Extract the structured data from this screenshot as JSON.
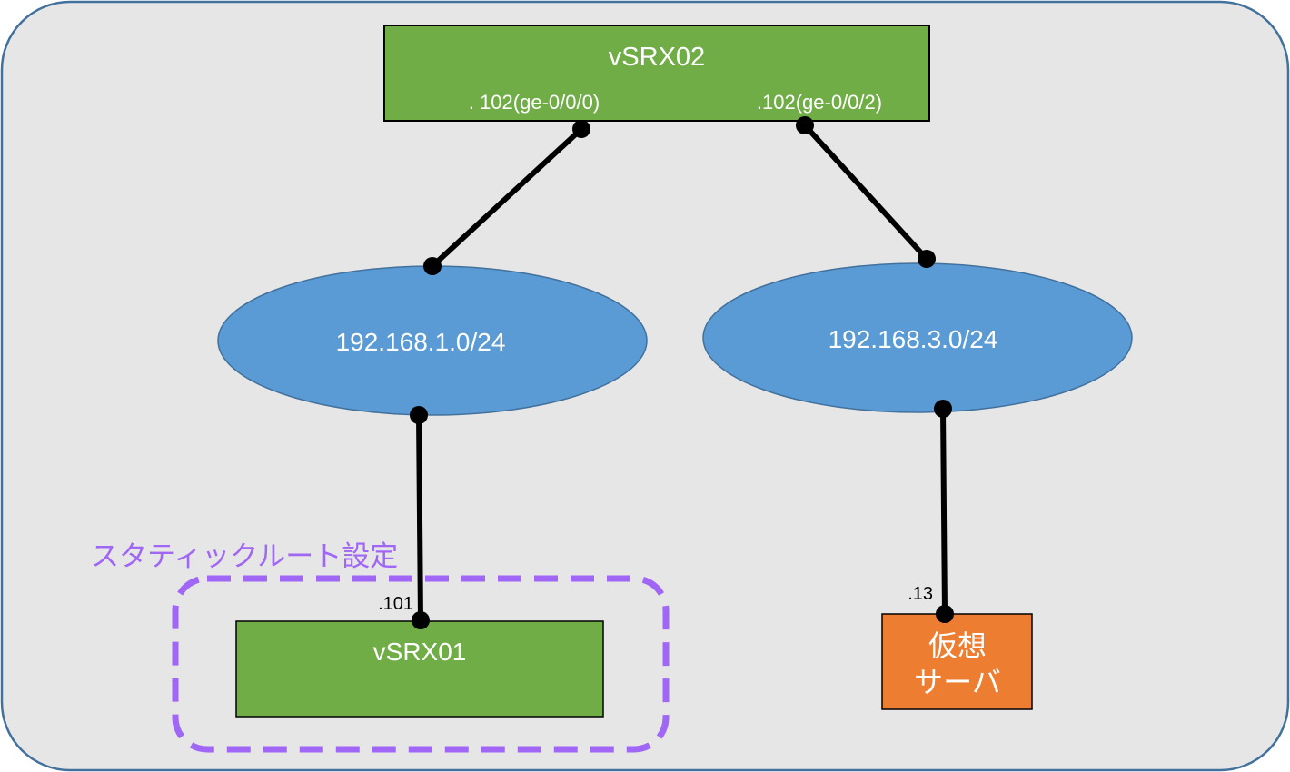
{
  "colors": {
    "background": "#e6e6e6",
    "frame_border": "#41719c",
    "router_fill": "#70ad47",
    "network_fill": "#5b9bd5",
    "network_border": "#41719c",
    "server_fill": "#ed7d31",
    "highlight": "#a066f5",
    "link": "#000000",
    "node_text": "#ffffff"
  },
  "nodes": {
    "vsrx02": {
      "name": "vSRX02",
      "if_left": ". 102(ge-0/0/0)",
      "if_right": ".102(ge-0/0/2)"
    },
    "net1": {
      "label": "192.168.1.0/24"
    },
    "net3": {
      "label": "192.168.3.0/24"
    },
    "vsrx01": {
      "name": "vSRX01",
      "if_addr": ".101"
    },
    "server": {
      "name_line1": "仮想",
      "name_line2": "サーバ",
      "if_addr": ".13"
    }
  },
  "annotation": {
    "label": "スタティックルート設定"
  },
  "links": [
    {
      "from": "vSRX02 ge-0/0/0",
      "to": "192.168.1.0/24"
    },
    {
      "from": "vSRX02 ge-0/0/2",
      "to": "192.168.3.0/24"
    },
    {
      "from": "192.168.1.0/24",
      "to": "vSRX01"
    },
    {
      "from": "192.168.3.0/24",
      "to": "仮想サーバ"
    }
  ]
}
